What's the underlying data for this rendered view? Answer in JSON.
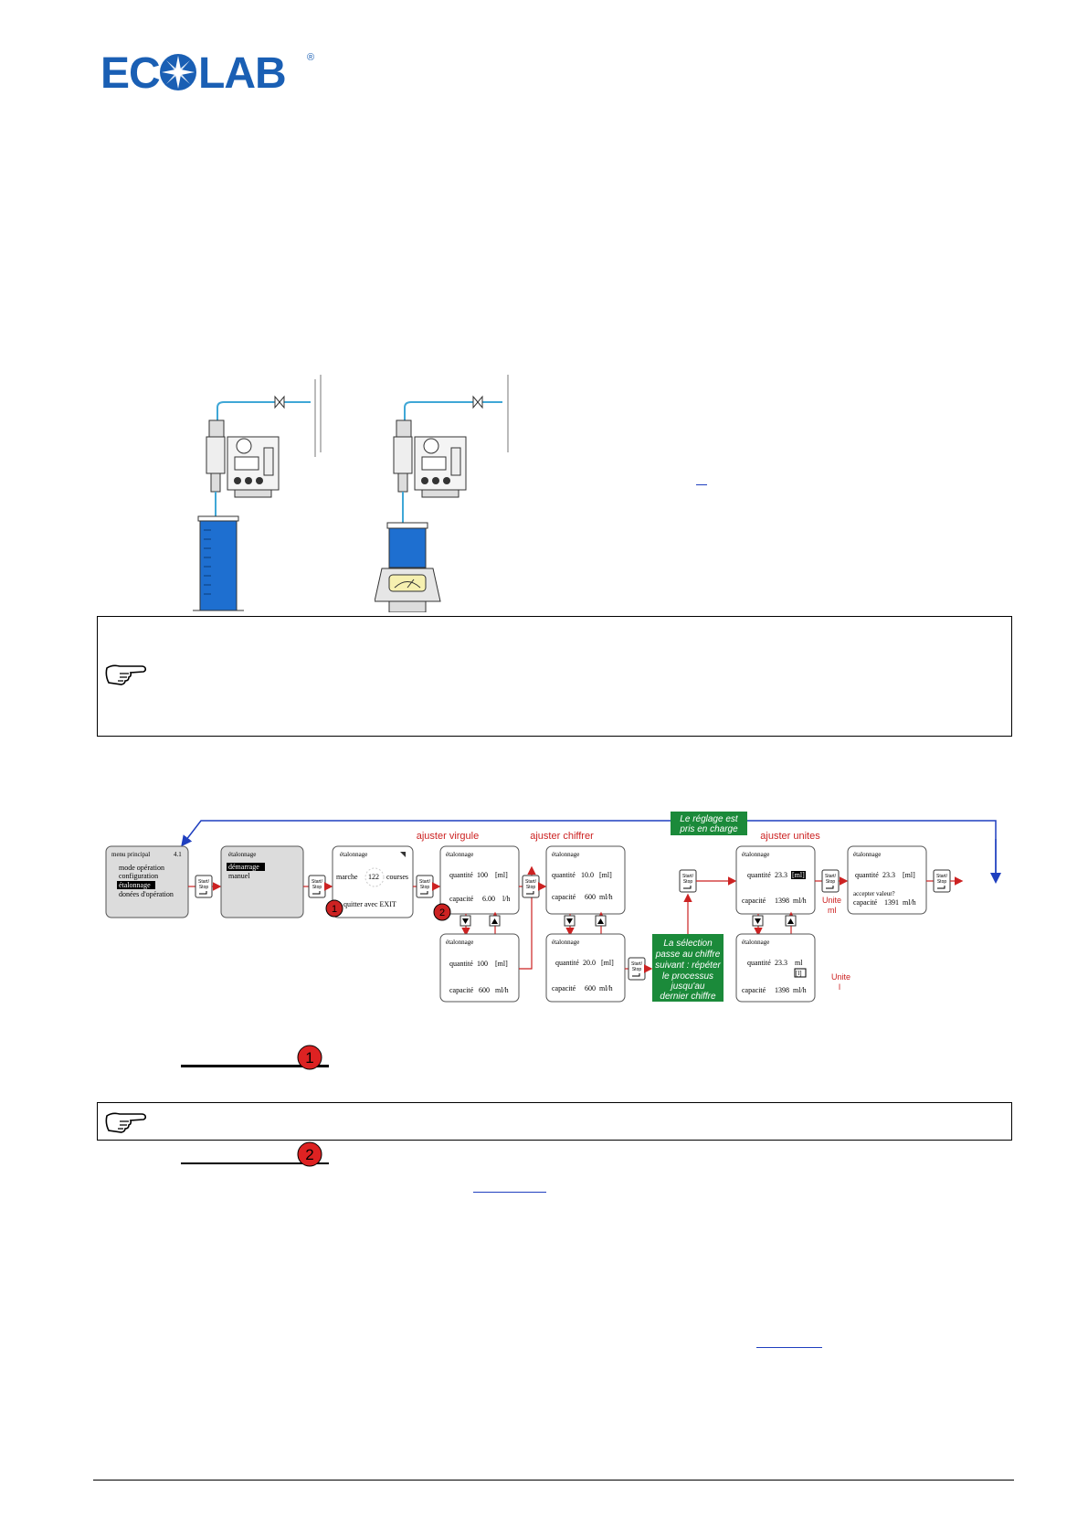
{
  "brand": {
    "logo_text": "ECOLAB",
    "registered_mark": "®",
    "color": "#1a5fb4"
  },
  "colors": {
    "accent_red": "#cc2222",
    "note_green": "#1b8a3a",
    "liquid_blue": "#1e6fd0",
    "pipe_blue": "#3fa7d6",
    "link_blue": "#1f3fbf"
  },
  "flow": {
    "menu_principal": {
      "title": "menu principal",
      "code": "4.1",
      "items": [
        "mode opération",
        "configuration",
        "étalonnage",
        "donées d'opération"
      ],
      "selected_index": 2
    },
    "calib_choice": {
      "title": "étalonnage",
      "items": [
        "démarrage",
        "manuel"
      ],
      "selected_index": 0
    },
    "running": {
      "title": "étalonnage",
      "marche_label": "marche",
      "count": "122",
      "unit": "courses",
      "exit_label": "quitter avec EXIT"
    },
    "step_labels": {
      "comma": "ajuster virgule",
      "digit": "ajuster chiffrer",
      "units": "ajuster unites"
    },
    "comma_top": {
      "title": "étalonnage",
      "qty_label": "quantité",
      "qty_value": "100",
      "qty_unit": "[ml]",
      "cap_label": "capacité",
      "cap_value": "6.00",
      "cap_unit": "l/h"
    },
    "comma_bottom": {
      "title": "étalonnage",
      "qty_label": "quantité",
      "qty_value": "100",
      "qty_unit": "[ml]",
      "cap_label": "capacité",
      "cap_value": "600",
      "cap_unit": "ml/h"
    },
    "digit_top": {
      "title": "étalonnage",
      "qty_label": "quantité",
      "qty_value": "10.0",
      "qty_unit": "[ml]",
      "cap_label": "capacité",
      "cap_value": "600",
      "cap_unit": "ml/h"
    },
    "digit_bottom": {
      "title": "étalonnage",
      "qty_label": "quantité",
      "qty_value": "20.0",
      "qty_unit": "[ml]",
      "cap_label": "capacité",
      "cap_value": "600",
      "cap_unit": "ml/h"
    },
    "units_top": {
      "title": "étalonnage",
      "qty_label": "quantité",
      "qty_value": "23.3",
      "qty_unit": "[ml]",
      "cap_label": "capacité",
      "cap_value": "1398",
      "cap_unit": "ml/h"
    },
    "units_bottom": {
      "title": "étalonnage",
      "qty_label": "quantité",
      "qty_value": "23.3",
      "qty_unit": "ml",
      "qty_unit2": "[l]",
      "cap_label": "capacité",
      "cap_value": "1398",
      "cap_unit": "ml/h"
    },
    "accept": {
      "title": "étalonnage",
      "qty_label": "quantité",
      "qty_value": "23.3",
      "qty_unit": "[ml]",
      "question": "accepter valeur?",
      "cap_label": "capacité",
      "cap_value": "1391",
      "cap_unit": "ml/h"
    },
    "key_label": "Start/ Stop",
    "unit_ml": {
      "label": "Unite",
      "value": "ml"
    },
    "unit_l": {
      "label": "Unite",
      "value": "l"
    },
    "note_top": "Le réglage est pris en charge",
    "note_selection": "La sélection passe au chiffre suivant : répéter le processus jusqu'au dernier chiffre",
    "markers": [
      "1",
      "2"
    ]
  },
  "section_markers": [
    "1",
    "2"
  ]
}
